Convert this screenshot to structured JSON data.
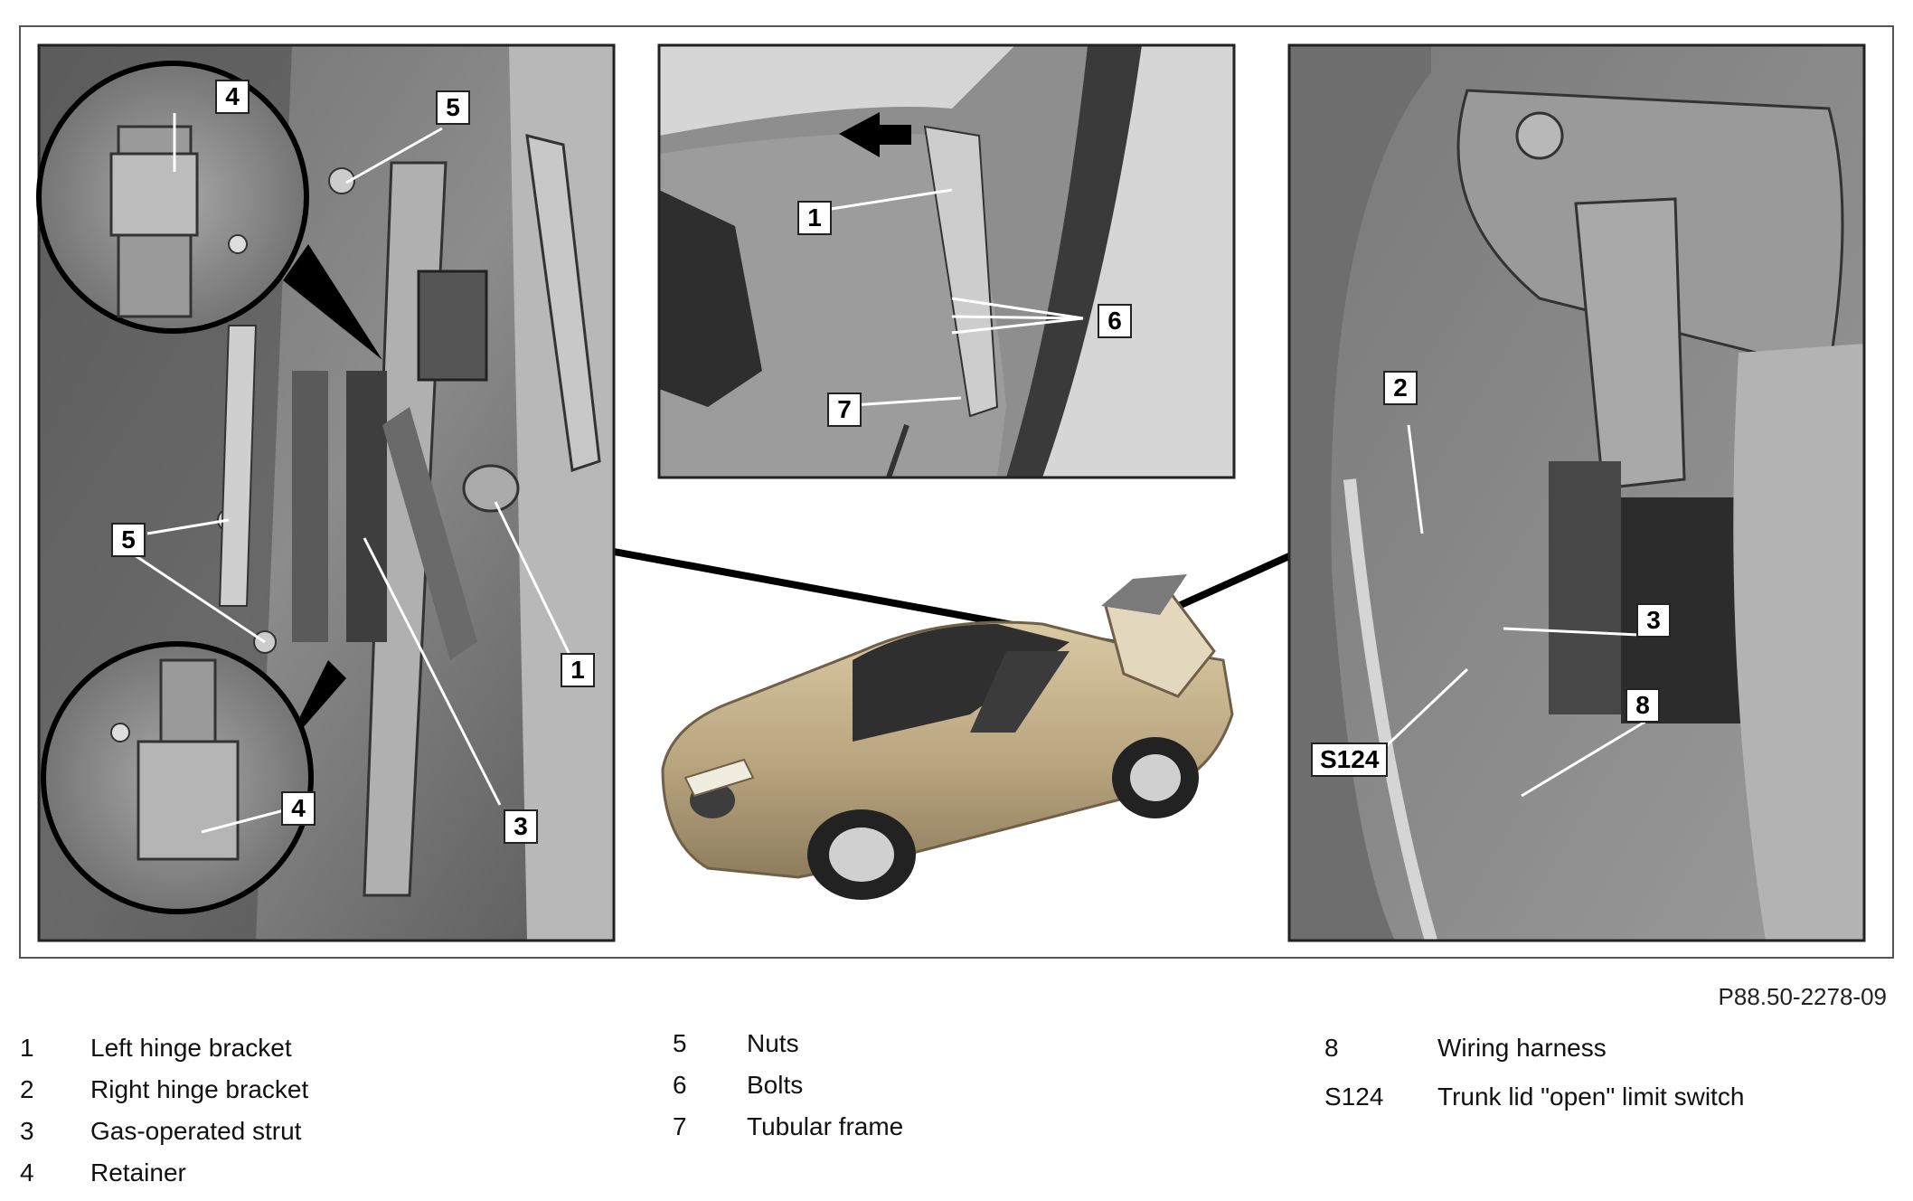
{
  "figure_id": "P88.50-2278-09",
  "callouts": {
    "left_panel": [
      "4",
      "5",
      "5",
      "1",
      "3",
      "4"
    ],
    "center_panel": [
      "1",
      "6",
      "7"
    ],
    "right_panel": [
      "2",
      "3",
      "8",
      "S124"
    ]
  },
  "legend": {
    "column_1": [
      {
        "key": "1",
        "text": "Left hinge bracket"
      },
      {
        "key": "2",
        "text": "Right hinge bracket"
      },
      {
        "key": "3",
        "text": "Gas-operated strut"
      },
      {
        "key": "4",
        "text": "Retainer"
      }
    ],
    "column_2": [
      {
        "key": "5",
        "text": "Nuts"
      },
      {
        "key": "6",
        "text": "Bolts"
      },
      {
        "key": "7",
        "text": "Tubular frame"
      }
    ],
    "column_3": [
      {
        "key": "8",
        "text": "Wiring harness"
      },
      {
        "key": "S124",
        "text": "Trunk lid \"open\" limit switch"
      }
    ]
  }
}
